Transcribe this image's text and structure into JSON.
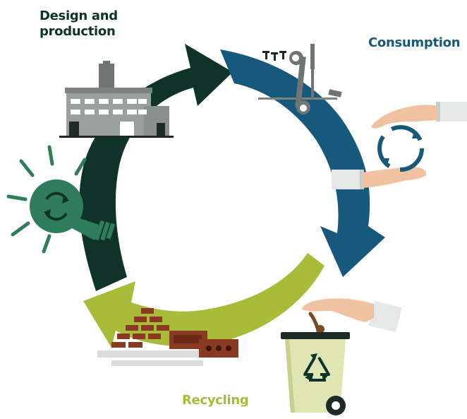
{
  "labels": {
    "design": "Design and production",
    "consumption": "Consumption",
    "recycling": "Recycling"
  },
  "colors": {
    "design": "#0f3328",
    "consumption": "#16597c",
    "recycling": "#a8bc3a",
    "bulb": "#2f7d5c",
    "factory": "#9aa09d",
    "bin": "#dfe6b4",
    "brick": "#8a3a22",
    "hand": "#f0c2a2"
  },
  "icons": {
    "factory": "factory-icon",
    "bulb": "lightbulb-icon",
    "tools": "tools-icon",
    "hands": "hands-recycle-icon",
    "bin": "recycle-bin-icon",
    "bricks": "bricks-icon"
  }
}
